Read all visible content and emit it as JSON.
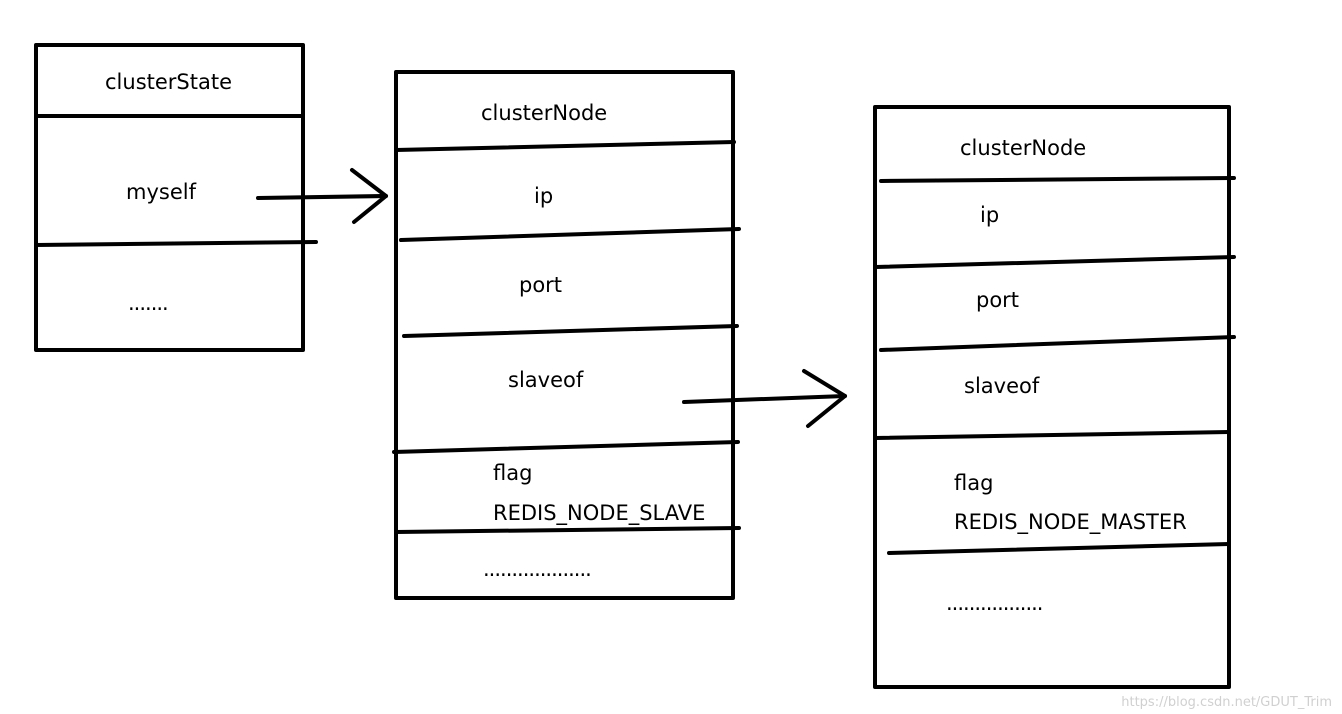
{
  "cluster_state": {
    "title": "clusterState",
    "myself_label": "myself",
    "ellipsis": "......."
  },
  "slave_node": {
    "title": "clusterNode",
    "ip_label": "ip",
    "port_label": "port",
    "slaveof_label": "slaveof",
    "flag_label": "flag",
    "flag_value": "REDIS_NODE_SLAVE",
    "ellipsis": "..................."
  },
  "master_node": {
    "title": "clusterNode",
    "ip_label": "ip",
    "port_label": "port",
    "slaveof_label": "slaveof",
    "flag_label": "flag",
    "flag_value": "REDIS_NODE_MASTER",
    "ellipsis": "................."
  },
  "watermark": "https://blog.csdn.net/GDUT_Trim"
}
